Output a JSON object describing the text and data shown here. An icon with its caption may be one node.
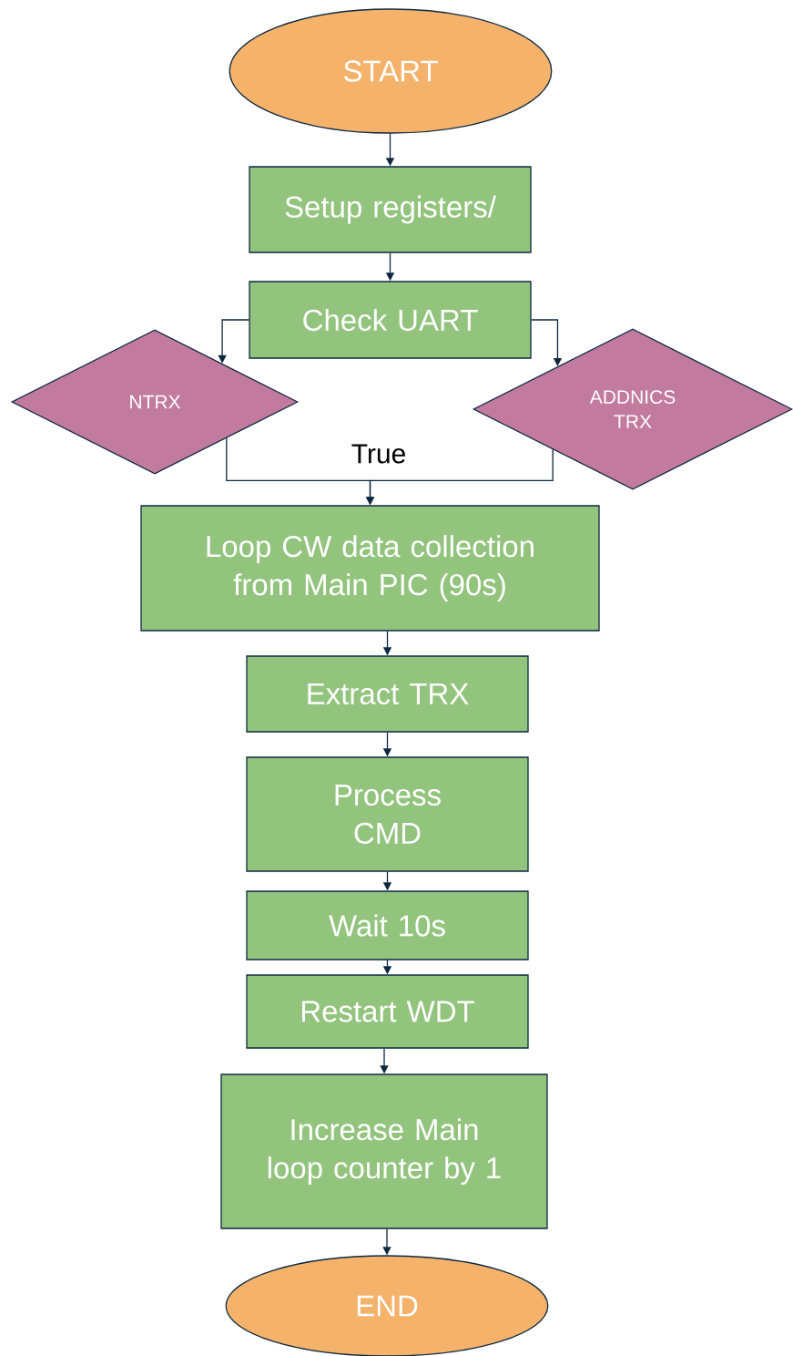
{
  "diagram": {
    "nodes": [
      {
        "text": [
          "START"
        ]
      },
      {
        "text": [
          "Setup registers/"
        ]
      },
      {
        "text": [
          "Check UART"
        ]
      },
      {
        "text": [
          "NTRX"
        ]
      },
      {
        "text": [
          "ADDNICS TRX"
        ]
      },
      {
        "text": [
          "Loop CW data collection from Main PIC (90s)"
        ]
      },
      {
        "text": [
          "Extract TRX"
        ]
      },
      {
        "text": [
          "Process CMD"
        ]
      },
      {
        "text": [
          "Wait 10s"
        ]
      },
      {
        "text": [
          "Restart WDT"
        ]
      },
      {
        "text": [
          "Increase Main loop counter by 1"
        ]
      },
      {
        "text": [
          "END"
        ]
      }
    ],
    "edges": [
      {
        "from": 0,
        "to": 1,
        "arrow": "to"
      },
      {
        "from": 1,
        "to": 2,
        "arrow": "to"
      },
      {
        "from": 2,
        "to": 3,
        "arrow": "to"
      },
      {
        "from": 2,
        "to": 4,
        "arrow": "to"
      },
      {
        "from": 3,
        "to": 5,
        "arrow": "to",
        "label": "True"
      },
      {
        "from": 4,
        "to": 5,
        "arrow": "to"
      },
      {
        "from": 5,
        "to": 6,
        "arrow": "to"
      },
      {
        "from": 6,
        "to": 7,
        "arrow": "to"
      },
      {
        "from": 7,
        "to": 8,
        "arrow": "to"
      },
      {
        "from": 8,
        "to": 9,
        "arrow": "to"
      },
      {
        "from": 9,
        "to": 10,
        "arrow": "to"
      },
      {
        "from": 10,
        "to": 11,
        "arrow": "to"
      }
    ]
  }
}
